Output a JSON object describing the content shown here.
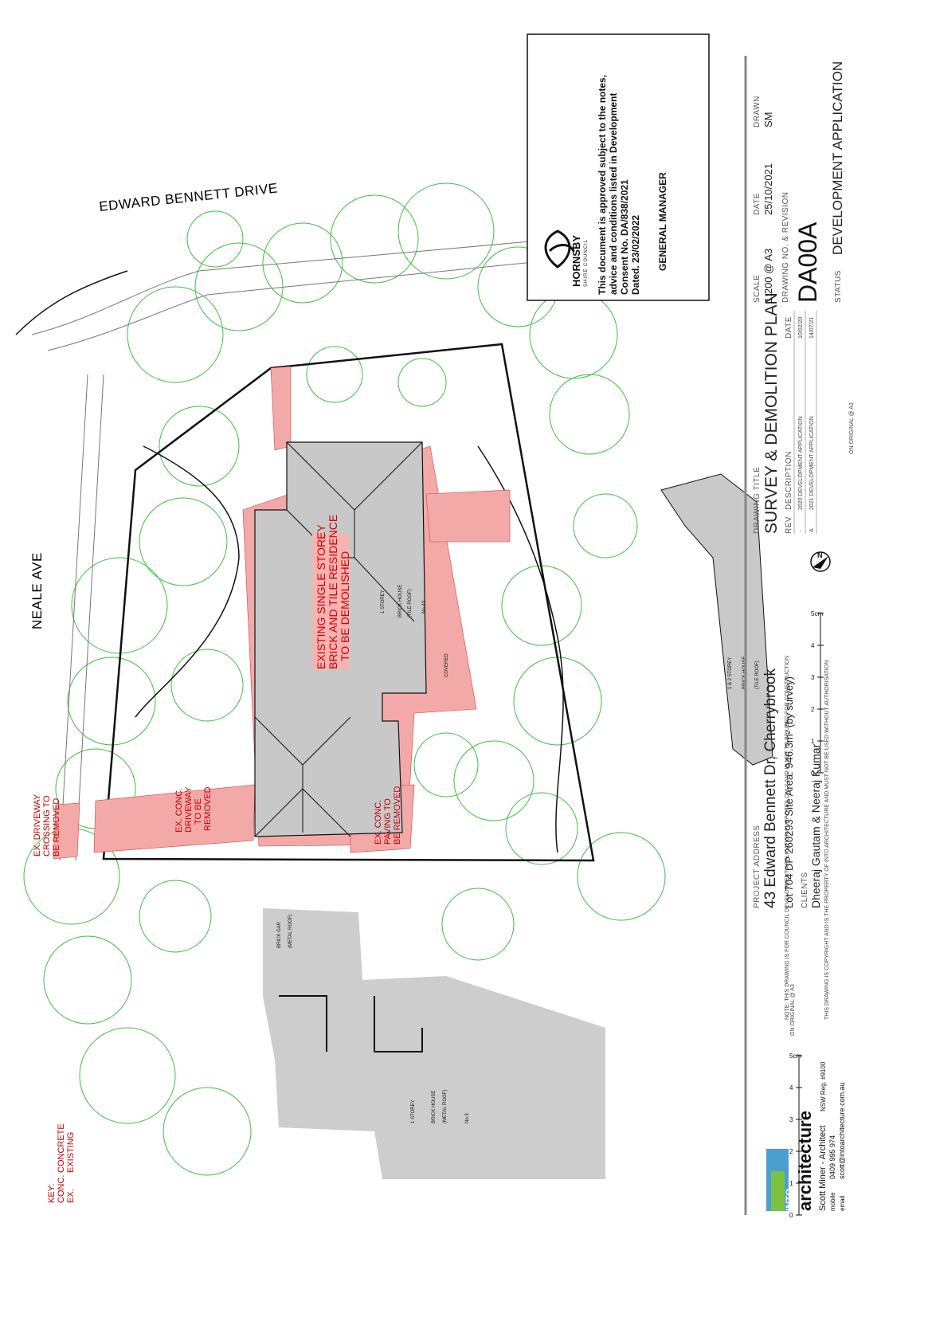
{
  "streets": {
    "north": "EDWARD BENNETT DRIVE",
    "west": "NEALE AVE"
  },
  "demolition_labels": {
    "residence": [
      "EXISTING SINGLE STOREY",
      "BRICK AND TILE RESIDENCE",
      "TO BE DEMOLISHED"
    ],
    "driveway": [
      "EX. CONC.",
      "DRIVEWAY",
      "TO BE",
      "REMOVED"
    ],
    "crossing": [
      "EX. DRIVEWAY",
      "CROSSING TO",
      "BE REMOVED"
    ],
    "paving": [
      "EX. CONC.",
      "PAVING TO",
      "BE REMOVED"
    ]
  },
  "plan_labels": {
    "subject_house": [
      "1 STOREY",
      "BRICK HOUSE",
      "(TILE ROOF)",
      "No.43"
    ],
    "covered": "COVERED",
    "east_house": [
      "1 & 2 STOREY",
      "BRICK HOUSE",
      "(TILE ROOF)"
    ],
    "south_house": [
      "1 STOREY",
      "BRICK HOUSE",
      "(METAL ROOF)",
      "No.3"
    ],
    "south_garage": [
      "BRICK GAR",
      "(METAL ROOF)"
    ]
  },
  "approval_stamp": {
    "council_name": "HORNSBY",
    "council_sub": "SHIRE COUNCIL",
    "text_lines": [
      "This document is approved subject to the notes,",
      "advice and conditions listed in Development",
      "Consent No. DA/838/2021",
      "Dated. 23/02/2022"
    ],
    "signatory": "GENERAL MANAGER"
  },
  "key": {
    "title": "KEY:",
    "entries": [
      {
        "abbr": "CONC.",
        "meaning": "CONCRETE"
      },
      {
        "abbr": "EX.",
        "meaning": "EXISTING"
      }
    ]
  },
  "firm": {
    "logo_into": "INTO",
    "logo_name": "architecture",
    "architect": "Scott Miner - Architect",
    "registration": "NSW Reg. #9100",
    "mobile_label": "mobile",
    "mobile": "0409 995 974",
    "email_label": "email",
    "email": "scott@intoarchitecture.com.au"
  },
  "scale_bar": {
    "ticks": [
      "0",
      "1",
      "2",
      "3",
      "4",
      "5"
    ],
    "unit": "cm",
    "note": "ON ORIGINAL @ A3"
  },
  "notes": {
    "note_1": "NOTE: THIS DRAWING IS FOR COUNCIL DEVELOPMENT APPLICATION PURPOSES ONLY AND IS NOT TO BE USED FOR CONSTRUCTION",
    "note_2": "THIS DRAWING IS COPYRIGHT AND IS THE PROPERTY OF INTO ARCHITECTURE AND MUST NOT BE USED WITHOUT AUTHORISATION"
  },
  "project": {
    "address_label": "PROJECT ADDRESS",
    "address": "43 Edward Bennett Dr, Cherrybrook",
    "lot": "Lot 704  DP 260293  Site Area: 946.3m² (by survey)",
    "clients_label": "CLIENTS",
    "clients": "Dheeraj Gautam & Neeraj Kumar"
  },
  "drawing": {
    "title_label": "DRAWING TITLE",
    "title": "SURVEY & DEMOLITION PLAN",
    "rev_header": "REV",
    "desc_header": "DESCRIPTION",
    "date_header": "DATE",
    "revisions": [
      {
        "rev": "-",
        "description": "2020 DEVELOPMENT APPLICATION",
        "date": "10/02/20"
      },
      {
        "rev": "A",
        "description": "2021 DEVELOPMENT APPLICATION",
        "date": "14/07/21"
      }
    ],
    "scale_label": "SCALE",
    "scale": "1:200 @ A3",
    "date_label": "DATE",
    "date": "25/10/2021",
    "drawn_label": "DRAWN",
    "drawn": "SM",
    "number_label": "DRAWING NO. & REVISION",
    "number": "DA00A",
    "status_label": "STATUS",
    "status": "DEVELOPMENT APPLICATION",
    "north_letter": "N"
  },
  "colors": {
    "demolish": "#f4a9a9",
    "building": "#c8c8c8",
    "tree": "#3fbf3f",
    "red_text": "#d00000"
  }
}
